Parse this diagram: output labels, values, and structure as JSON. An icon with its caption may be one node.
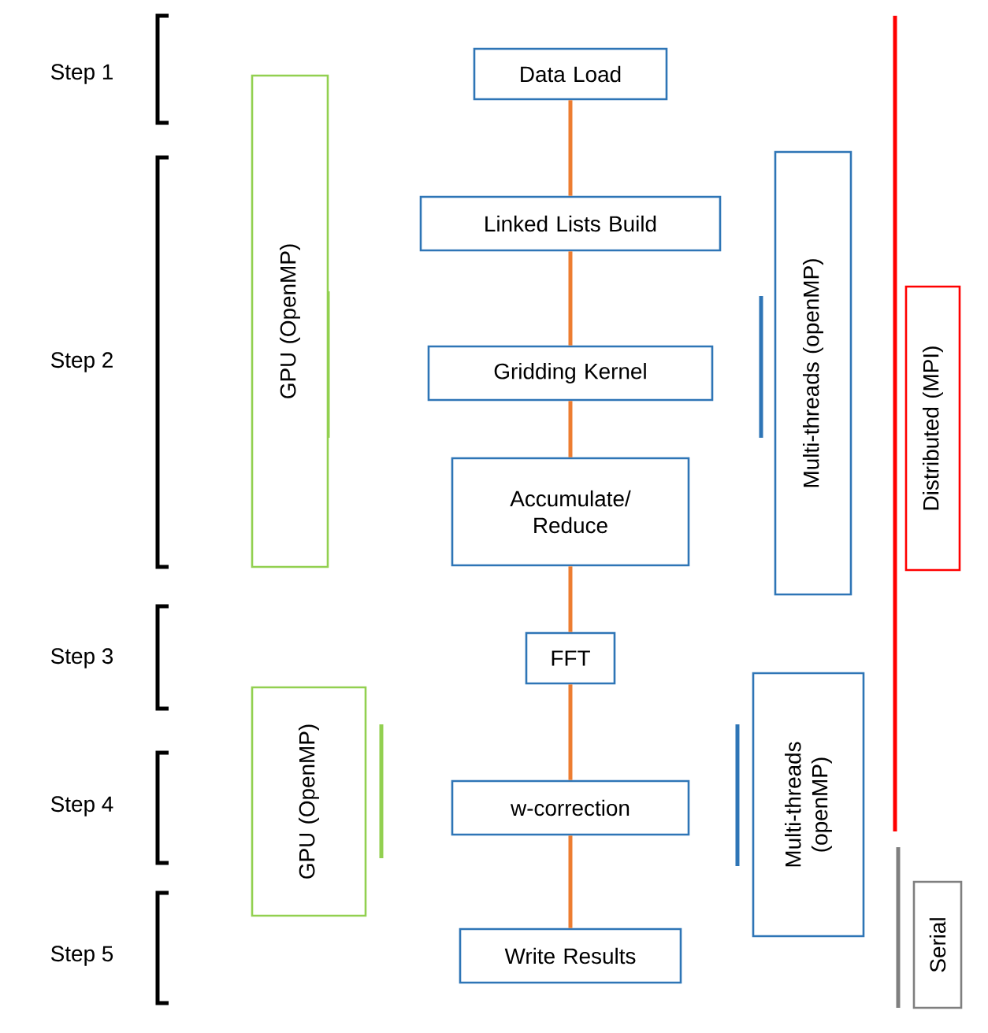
{
  "diagram": {
    "nodes": [
      {
        "text": [
          "Data Load"
        ]
      },
      {
        "text": [
          "Linked Lists Build"
        ]
      },
      {
        "text": [
          "Gridding Kernel"
        ]
      },
      {
        "text": [
          "Accumulate/ Reduce"
        ]
      },
      {
        "text": [
          "FFT"
        ]
      },
      {
        "text": [
          "w-correction"
        ]
      },
      {
        "text": [
          "Write Results"
        ]
      },
      {
        "text": [
          "GPU (OpenMP)"
        ]
      },
      {
        "text": [
          "Multi-threads (openMP)"
        ]
      },
      {
        "text": [
          "Distributed (MPI)"
        ]
      },
      {
        "text": [
          "GPU (OpenMP)"
        ]
      },
      {
        "text": [
          "Multi-threads (openMP)"
        ]
      },
      {
        "text": [
          "Serial"
        ]
      }
    ],
    "edges": [
      {
        "from": 0,
        "to": 1,
        "arrow": "none"
      },
      {
        "from": 1,
        "to": 2,
        "arrow": "none"
      },
      {
        "from": 2,
        "to": 3,
        "arrow": "none"
      },
      {
        "from": 3,
        "to": 4,
        "arrow": "none"
      },
      {
        "from": 4,
        "to": 5,
        "arrow": "none"
      },
      {
        "from": 5,
        "to": 6,
        "arrow": "none"
      }
    ],
    "labels": [
      "Step 1",
      "Step 2",
      "Step 3",
      "Step 4",
      "Step 5"
    ]
  }
}
